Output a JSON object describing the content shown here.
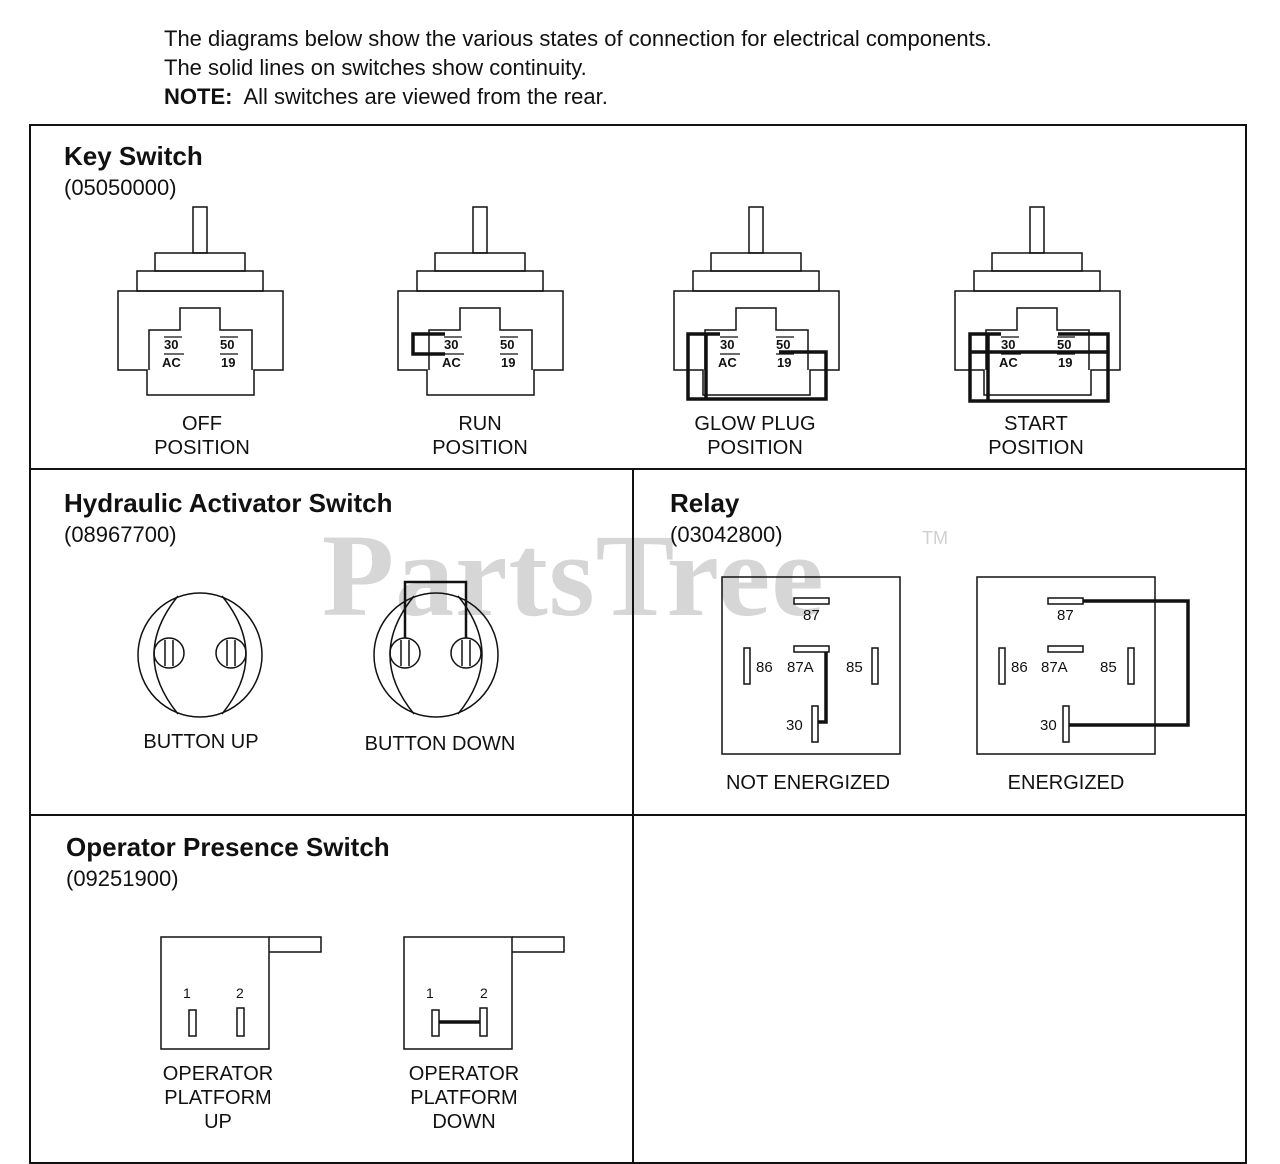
{
  "intro": {
    "line1": "The diagrams below show the various states of connection for electrical components.",
    "line2": "The solid lines on switches show continuity.",
    "note_label": "NOTE:",
    "note_text": "All switches are viewed from the rear."
  },
  "watermark": {
    "text": "PartsTree",
    "tm": "TM"
  },
  "key_switch": {
    "title": "Key Switch",
    "part_no": "(05050000)",
    "terminals": {
      "t30": "30",
      "ac": "AC",
      "t50": "50",
      "t19": "19"
    },
    "states": [
      {
        "line1": "OFF",
        "line2": "POSITION"
      },
      {
        "line1": "RUN",
        "line2": "POSITION"
      },
      {
        "line1": "GLOW PLUG",
        "line2": "POSITION"
      },
      {
        "line1": "START",
        "line2": "POSITION"
      }
    ]
  },
  "hydraulic": {
    "title": "Hydraulic Activator Switch",
    "part_no": "(08967700)",
    "states": [
      "BUTTON UP",
      "BUTTON DOWN"
    ]
  },
  "relay": {
    "title": "Relay",
    "part_no": "(03042800)",
    "terminals": {
      "t87": "87",
      "t86": "86",
      "t87a": "87A",
      "t85": "85",
      "t30": "30"
    },
    "states": [
      "NOT ENERGIZED",
      "ENERGIZED"
    ]
  },
  "operator": {
    "title": "Operator Presence Switch",
    "part_no": "(09251900)",
    "terminals": {
      "t1": "1",
      "t2": "2"
    },
    "states": [
      {
        "line1": "OPERATOR",
        "line2": "PLATFORM",
        "line3": "UP"
      },
      {
        "line1": "OPERATOR",
        "line2": "PLATFORM",
        "line3": "DOWN"
      }
    ]
  }
}
